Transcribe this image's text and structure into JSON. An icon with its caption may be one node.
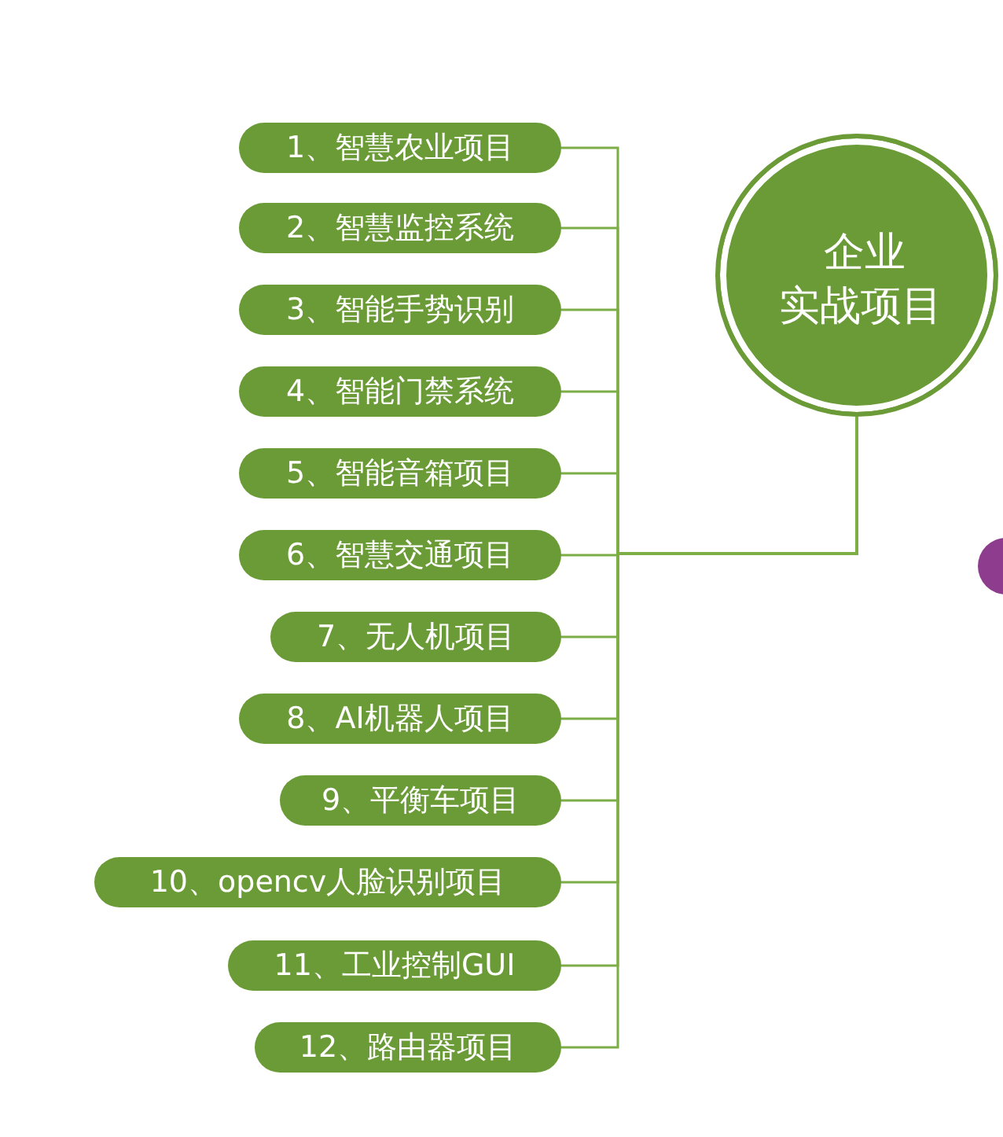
{
  "diagram": {
    "nodes": [
      {
        "text": [
          "企业实战项目"
        ]
      },
      {
        "text": [
          "1、智慧农业项目"
        ]
      },
      {
        "text": [
          "2、智慧监控系统"
        ]
      },
      {
        "text": [
          "3、智能手势识别"
        ]
      },
      {
        "text": [
          "4、智能门禁系统"
        ]
      },
      {
        "text": [
          "5、智能音箱项目"
        ]
      },
      {
        "text": [
          "6、智慧交通项目"
        ]
      },
      {
        "text": [
          "7、无人机项目"
        ]
      },
      {
        "text": [
          "8、AI机器人项目"
        ]
      },
      {
        "text": [
          "9、平衡车项目"
        ]
      },
      {
        "text": [
          "10、opencv人脸识别项目"
        ]
      },
      {
        "text": [
          "11、工业控制GUI"
        ]
      },
      {
        "text": [
          "12、路由器项目"
        ]
      },
      {
        "text": [],
        "shape": "circle"
      }
    ],
    "edges": [
      {
        "from": 0,
        "to": 1,
        "arrow": "none"
      },
      {
        "from": 0,
        "to": 2,
        "arrow": "none"
      },
      {
        "from": 0,
        "to": 3,
        "arrow": "none"
      },
      {
        "from": 0,
        "to": 4,
        "arrow": "none"
      },
      {
        "from": 0,
        "to": 5,
        "arrow": "none"
      },
      {
        "from": 0,
        "to": 6,
        "arrow": "none"
      },
      {
        "from": 0,
        "to": 7,
        "arrow": "none"
      },
      {
        "from": 0,
        "to": 8,
        "arrow": "none"
      },
      {
        "from": 0,
        "to": 9,
        "arrow": "none"
      },
      {
        "from": 0,
        "to": 10,
        "arrow": "none"
      },
      {
        "from": 0,
        "to": 11,
        "arrow": "none"
      },
      {
        "from": 0,
        "to": 12,
        "arrow": "none"
      }
    ]
  }
}
